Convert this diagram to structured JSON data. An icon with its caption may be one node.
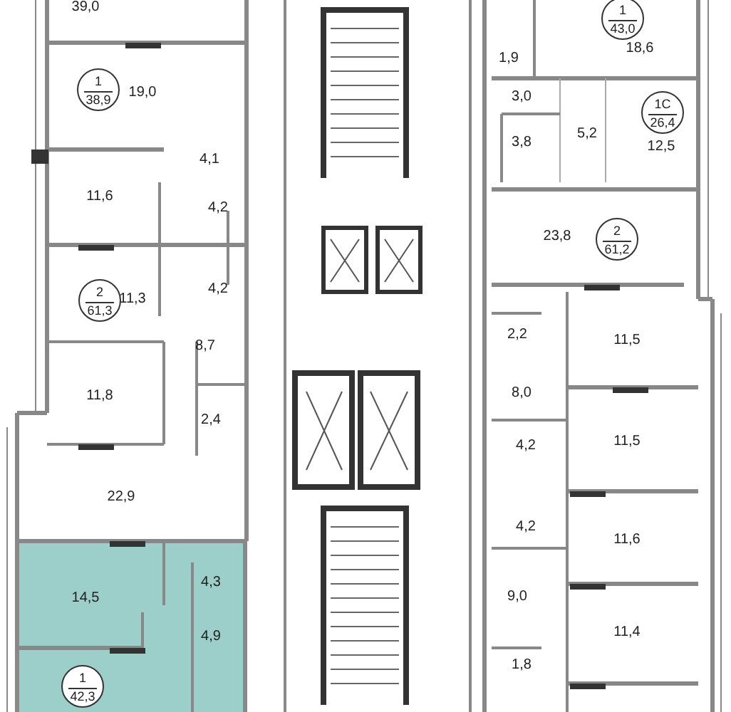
{
  "diagram": {
    "nodes": [
      {
        "text": [
          "1",
          "38,9"
        ]
      },
      {
        "text": [
          "2",
          "61,3"
        ]
      },
      {
        "text": [
          "1",
          "42,3"
        ]
      },
      {
        "text": [
          "1",
          "43,0"
        ]
      },
      {
        "text": [
          "1С",
          "26,4"
        ]
      },
      {
        "text": [
          "2",
          "61,2"
        ]
      }
    ],
    "labels": [
      "39,0",
      "18,6",
      "1,9",
      "19,0",
      "3,0",
      "5,2",
      "3,8",
      "12,5",
      "4,1",
      "11,6",
      "4,2",
      "23,8",
      "11,3",
      "4,2",
      "8,7",
      "2,2",
      "11,5",
      "11,8",
      "8,0",
      "2,4",
      "11,5",
      "4,2",
      "22,9",
      "4,2",
      "11,6",
      "14,5",
      "4,3",
      "9,0",
      "11,4",
      "4,9",
      "1,8"
    ]
  }
}
